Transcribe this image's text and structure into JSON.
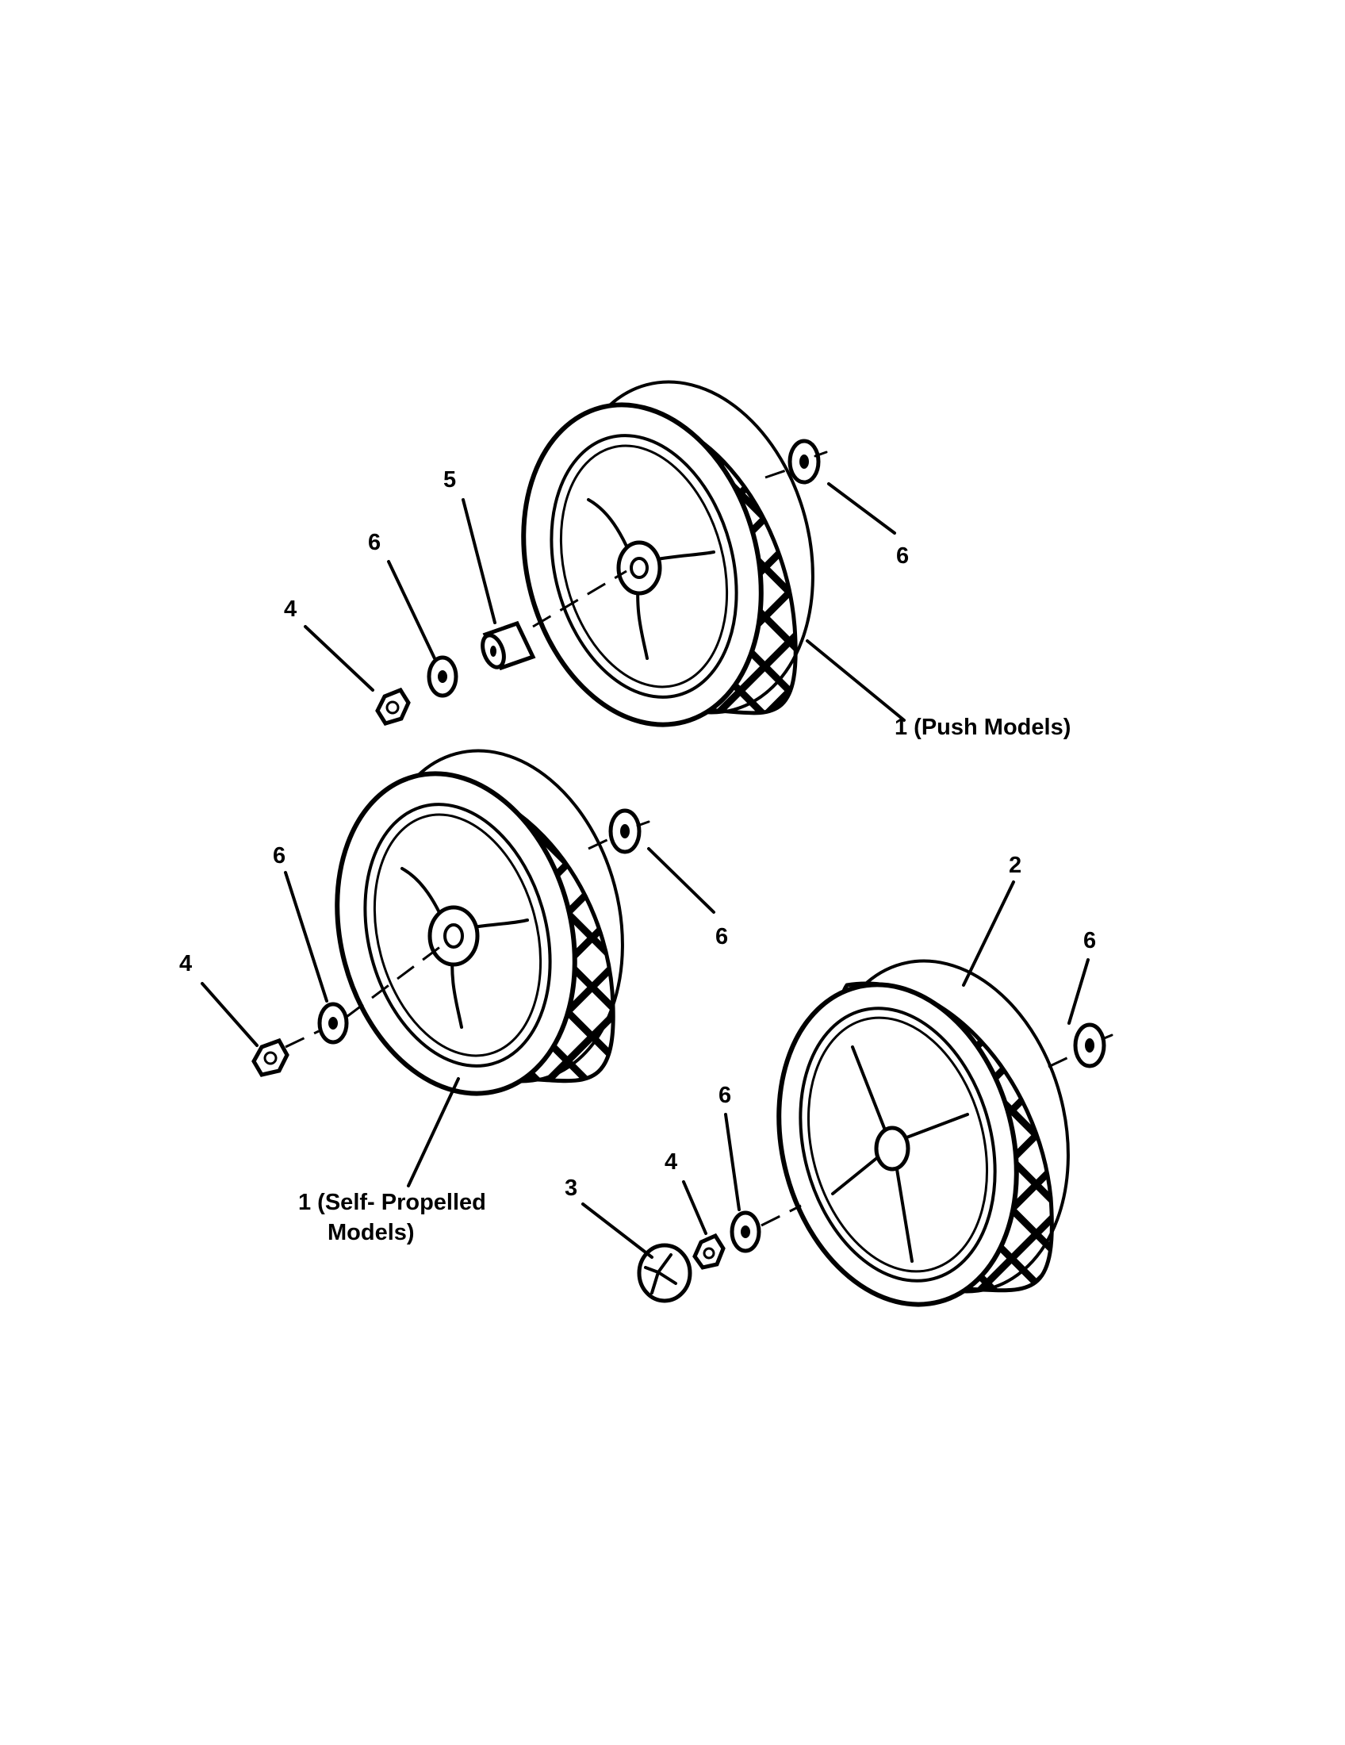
{
  "diagram": {
    "callouts": {
      "push_5": "5",
      "push_6_left": "6",
      "push_4": "4",
      "push_6_right": "6",
      "push_1": "1 (Push Models)",
      "sp_6_right": "6",
      "sp_6_left": "6",
      "sp_4": "4",
      "sp_1_line1": "1 (Self- Propelled",
      "sp_1_line2": "Models)",
      "rear_2": "2",
      "rear_6_right": "6",
      "rear_6_hub": "6",
      "rear_4": "4",
      "rear_3": "3"
    }
  }
}
